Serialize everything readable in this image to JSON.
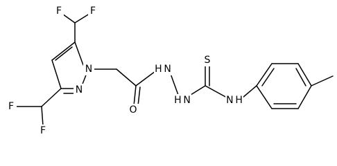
{
  "atom_labels": {
    "f_top_left": "F",
    "f_top_right": "F",
    "f_bottom_left": "F",
    "f_bottom_right": "F",
    "n_ring_1": "N",
    "n_ring_2": "N",
    "o_carbonyl": "O",
    "nh_hydrazide_1": "H N",
    "nh_hydrazide_2": "H N",
    "s_thio": "S",
    "nh_aryl": "N H"
  }
}
